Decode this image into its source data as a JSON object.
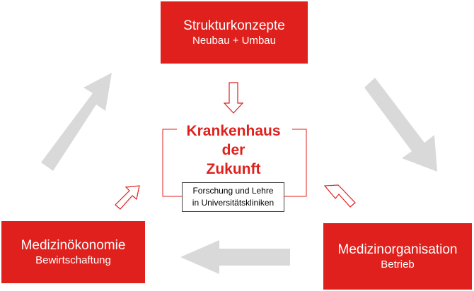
{
  "boxes": {
    "top": {
      "title": "Strukturkonzepte",
      "subtitle": "Neubau + Umbau"
    },
    "left": {
      "title": "Medizinökonomie",
      "subtitle": "Bewirtschaftung"
    },
    "right": {
      "title": "Medizinorganisation",
      "subtitle": "Betrieb"
    }
  },
  "center": {
    "line1": "Krankenhaus",
    "line2": "der",
    "line3": "Zukunft",
    "sub_line1": "Forschung und Lehre",
    "sub_line2": "in Universitätskliniken"
  },
  "colors": {
    "accent": "#e0201c",
    "cycle_arrow": "#d9d9d9"
  }
}
